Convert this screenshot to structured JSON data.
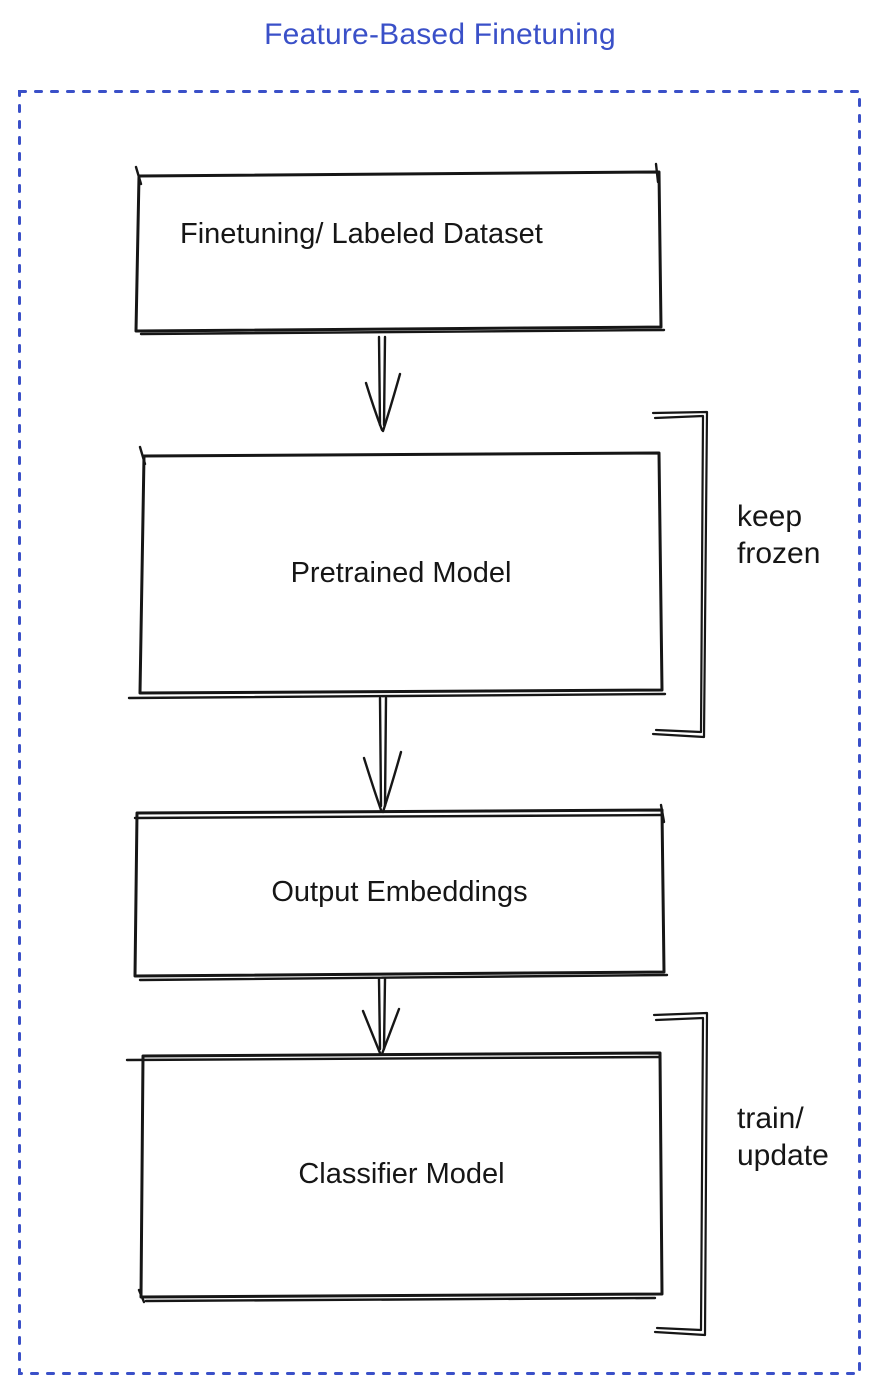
{
  "title": {
    "text": "Feature-Based Finetuning"
  },
  "colors": {
    "accent": "#3a50c8",
    "ink": "#161616"
  },
  "boxes": [
    {
      "id": "finetuning-dataset",
      "label": "Finetuning/ Labeled Dataset",
      "fill": "#8a909b"
    },
    {
      "id": "pretrained-model",
      "label": "Pretrained Model",
      "fill": "#4b6cf0"
    },
    {
      "id": "output-embeddings",
      "label": "Output Embeddings",
      "fill": "#8a909b"
    },
    {
      "id": "classifier-model",
      "label": "Classifier Model",
      "fill": "#3fbd56"
    }
  ],
  "annotations": [
    {
      "id": "keep-frozen",
      "label": "keep\nfrozen"
    },
    {
      "id": "train-update",
      "label": "train/\nupdate"
    }
  ]
}
